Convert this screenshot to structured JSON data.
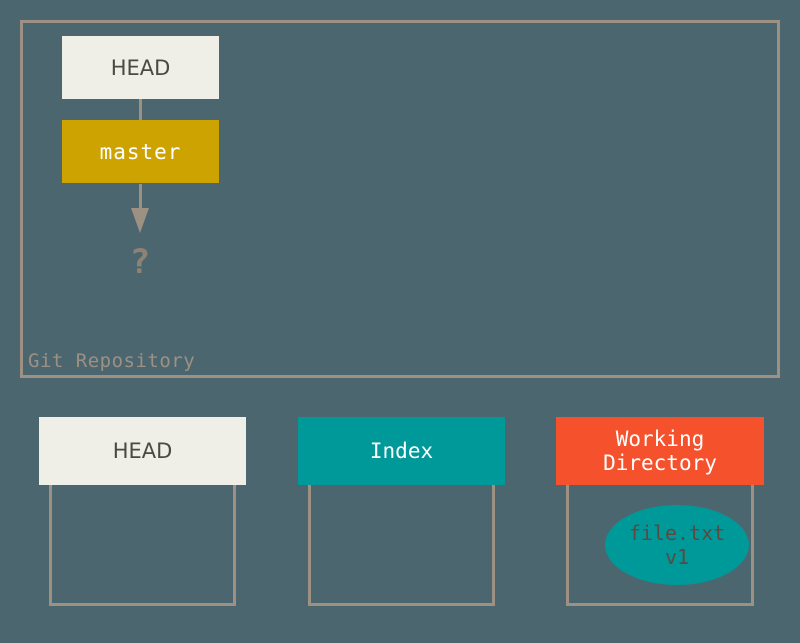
{
  "diagram": {
    "title": "Git Repository",
    "background_color": "#4c6670",
    "frame_color": "#9c9182",
    "repository": {
      "label": "Git Repository",
      "nodes": [
        {
          "id": "head-pointer",
          "label": "HEAD",
          "fill": "#efefe7",
          "text_color": "#4a4a42"
        },
        {
          "id": "master-branch",
          "label": "master",
          "fill": "#cca300",
          "text_color": "#ffffff"
        },
        {
          "id": "unknown-commit",
          "label": "?",
          "text_color": "#8d8274"
        }
      ],
      "edges": [
        {
          "from": "HEAD",
          "to": "master",
          "style": "line"
        },
        {
          "from": "master",
          "to": "?",
          "style": "arrow"
        }
      ]
    },
    "areas": [
      {
        "id": "head-area",
        "title": "HEAD",
        "header_fill": "#efefe7",
        "header_text_color": "#4a4a42",
        "contents": []
      },
      {
        "id": "index-area",
        "title": "Index",
        "header_fill": "#009999",
        "header_text_color": "#ffffff",
        "contents": []
      },
      {
        "id": "working-directory-area",
        "title_line1": "Working",
        "title_line2": "Directory",
        "header_fill": "#f4512c",
        "header_text_color": "#ffffff",
        "contents": [
          {
            "id": "file-blob",
            "name": "file.txt",
            "version": "v1",
            "fill": "#009999",
            "text_color": "#5a4a42"
          }
        ]
      }
    ]
  }
}
